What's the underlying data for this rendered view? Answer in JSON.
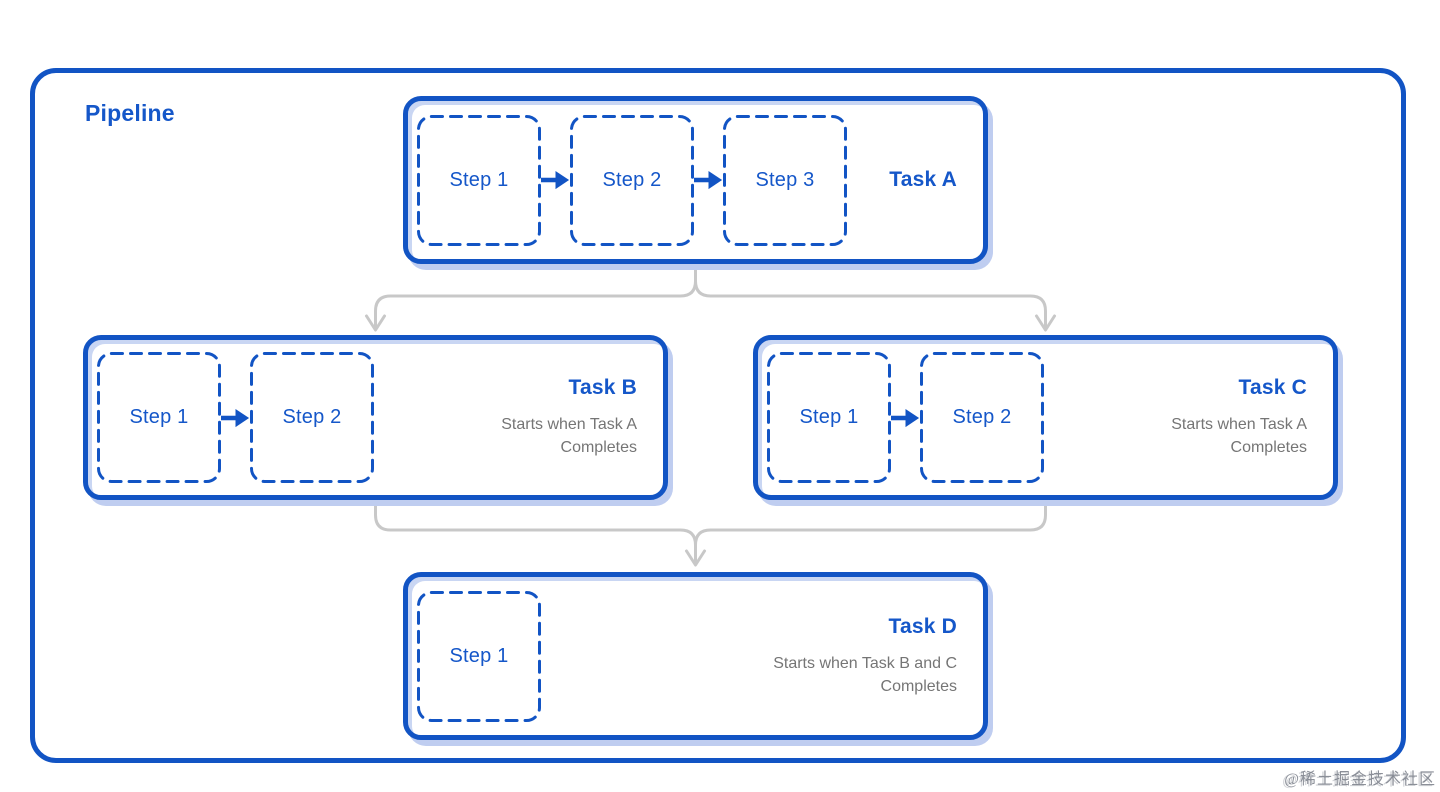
{
  "colors": {
    "primary_blue": "#1254c4",
    "blue_text": "#1557c9",
    "inner_highlight_blue": "#c9d6f3",
    "drop_shadow_blue": "#bfcdf0",
    "connector_gray": "#c8c8c8",
    "subtitle_gray": "#757575"
  },
  "pipeline": {
    "title": "Pipeline",
    "tasks": [
      {
        "label": "Task A",
        "subtitle": "",
        "steps": [
          "Step 1",
          "Step 2",
          "Step 3"
        ]
      },
      {
        "label": "Task B",
        "subtitle": "Starts when Task A Completes",
        "steps": [
          "Step 1",
          "Step 2"
        ]
      },
      {
        "label": "Task C",
        "subtitle": "Starts when Task A Completes",
        "steps": [
          "Step 1",
          "Step 2"
        ]
      },
      {
        "label": "Task D",
        "subtitle": "Starts when Task B and C Completes",
        "steps": [
          "Step 1"
        ]
      }
    ]
  },
  "watermark": {
    "text": "@稀土掘金技术社区"
  }
}
